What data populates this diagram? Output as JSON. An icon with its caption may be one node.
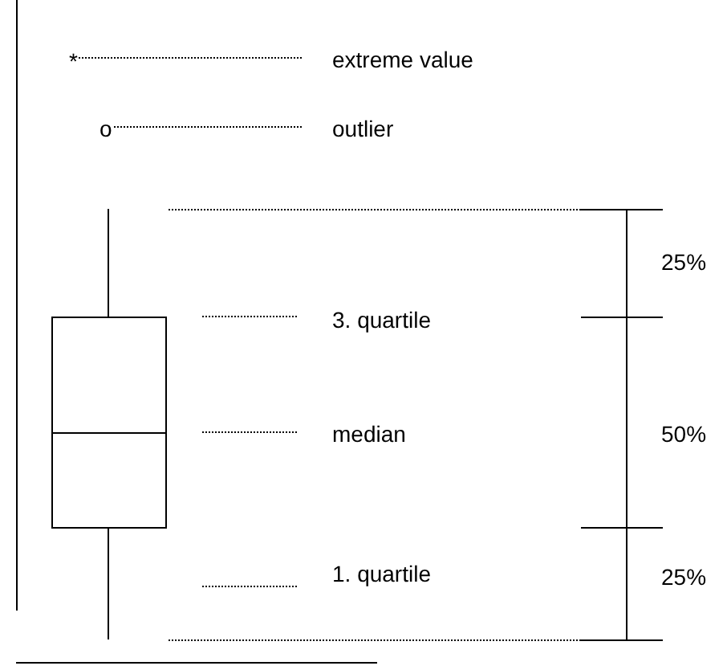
{
  "diagram": {
    "nodes": [
      {
        "text": [
          "*"
        ]
      },
      {
        "text": [
          "extreme value"
        ]
      },
      {
        "text": [
          "o"
        ]
      },
      {
        "text": [
          "outlier"
        ]
      },
      {
        "text": [
          "3. quartile"
        ]
      },
      {
        "text": [
          "median"
        ]
      },
      {
        "text": [
          "1. quartile"
        ]
      }
    ],
    "edges": [
      {
        "from": 1,
        "to": 0,
        "arrow": "none",
        "style": "dashed"
      },
      {
        "from": 3,
        "to": 2,
        "arrow": "none",
        "style": "dashed"
      },
      {
        "from": 4,
        "to": null,
        "arrow": "none",
        "style": "dashed"
      },
      {
        "from": 5,
        "to": null,
        "arrow": "none",
        "style": "dashed"
      },
      {
        "from": 6,
        "to": null,
        "arrow": "none",
        "style": "dashed"
      }
    ],
    "labels": [
      "25%",
      "50%",
      "25%"
    ]
  }
}
